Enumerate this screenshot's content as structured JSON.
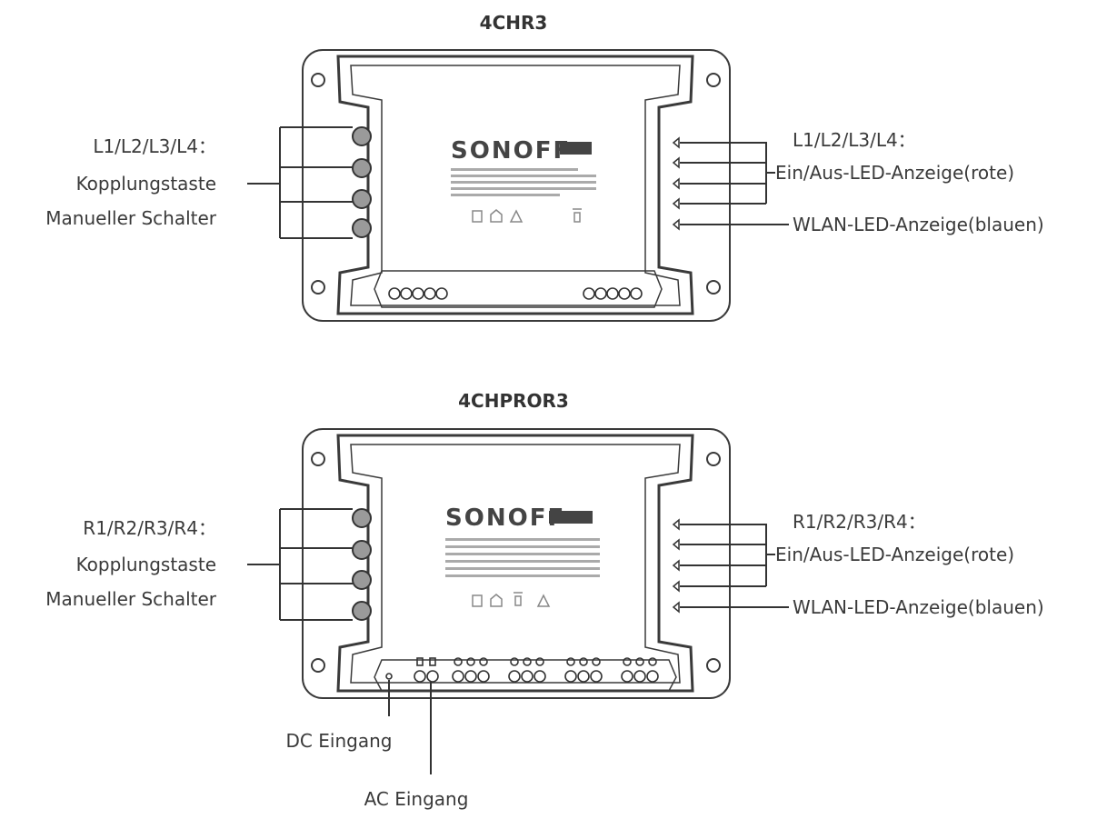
{
  "devices": [
    {
      "title": "4CHR3",
      "brand": "SONOFF",
      "left_labels": [
        "L1/L2/L3/L4：",
        "Kopplungstaste",
        "Manueller Schalter"
      ],
      "right_labels": [
        "L1/L2/L3/L4：",
        "Ein/Aus-LED-Anzeige(rote)",
        "WLAN-LED-Anzeige(blauen)"
      ]
    },
    {
      "title": "4CHPROR3",
      "brand": "SONOFF",
      "left_labels": [
        "R1/R2/R3/R4：",
        "Kopplungstaste",
        "Manueller Schalter"
      ],
      "right_labels": [
        "R1/R2/R3/R4：",
        "Ein/Aus-LED-Anzeige(rote)",
        "WLAN-LED-Anzeige(blauen)"
      ],
      "bottom_labels": [
        "DC Eingang",
        "AC Eingang"
      ]
    }
  ]
}
